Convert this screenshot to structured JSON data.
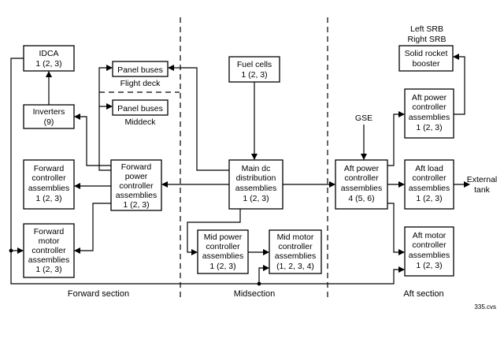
{
  "boxes": {
    "idca": [
      "IDCA",
      "1 (2, 3)"
    ],
    "inverters": [
      "Inverters",
      "(9)"
    ],
    "panel_fd": [
      "Panel buses"
    ],
    "panel_md": [
      "Panel buses"
    ],
    "fwd_ctrl": [
      "Forward",
      "controller",
      "assemblies",
      "1 (2, 3)"
    ],
    "fwd_motor": [
      "Forward",
      "motor",
      "controller",
      "assemblies",
      "1 (2, 3)"
    ],
    "fwd_power": [
      "Forward",
      "power",
      "controller",
      "assemblies",
      "1 (2, 3)"
    ],
    "fuel_cells": [
      "Fuel cells",
      "1 (2, 3)"
    ],
    "main_dc": [
      "Main dc",
      "distribution",
      "assemblies",
      "1 (2, 3)"
    ],
    "mid_power": [
      "Mid power",
      "controller",
      "assemblies",
      "1 (2, 3)"
    ],
    "mid_motor": [
      "Mid motor",
      "controller",
      "assemblies",
      "(1, 2, 3, 4)"
    ],
    "aft_power": [
      "Aft power",
      "controller",
      "assemblies",
      "4 (5, 6)"
    ],
    "srb": [
      "Solid rocket",
      "booster"
    ],
    "aft_pca": [
      "Aft power",
      "controller",
      "assemblies",
      "1 (2, 3)"
    ],
    "aft_load": [
      "Aft load",
      "controller",
      "assemblies",
      "1 (2, 3)"
    ],
    "aft_motor": [
      "Aft motor",
      "controller",
      "assemblies",
      "1 (2, 3)"
    ]
  },
  "labels": {
    "flight_deck": "Flight deck",
    "middeck": "Middeck",
    "gse": "GSE",
    "srb_top": [
      "Left SRB",
      "Right SRB"
    ],
    "external_tank": [
      "External",
      "tank"
    ],
    "figure_id": "335.cvs"
  },
  "sections": {
    "forward": "Forward section",
    "mid": "Midsection",
    "aft": "Aft section"
  }
}
